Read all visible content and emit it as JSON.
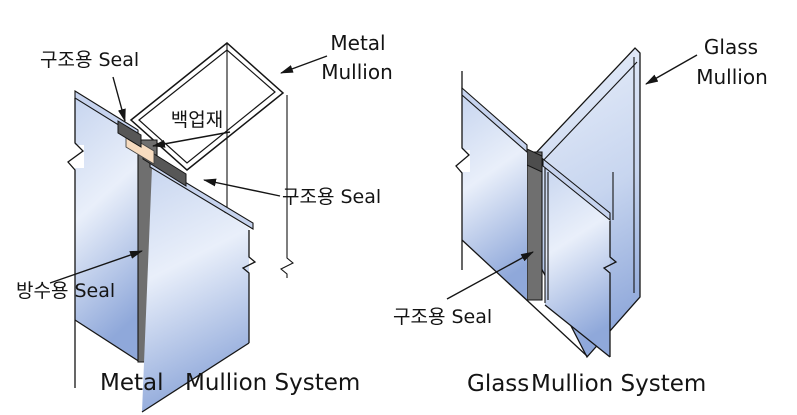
{
  "figure": {
    "type": "curtain-wall mullion joint comparison diagram",
    "left_diagram": {
      "caption_highlight": "Metal",
      "caption_rest": "Mullion System",
      "label_structural_seal_top": "구조용 Seal",
      "label_metal_mullion_line1": "Metal",
      "label_metal_mullion_line2": "Mullion",
      "label_backup_rod": "백업재",
      "label_structural_seal_right": "구조용 Seal",
      "label_waterproof_seal": "방수용 Seal"
    },
    "right_diagram": {
      "caption_highlight": "Glass",
      "caption_rest": "Mullion System",
      "label_glass_mullion_line1": "Glass",
      "label_glass_mullion_line2": "Mullion",
      "label_structural_seal": "구조용 Seal"
    }
  },
  "colors": {
    "caption_accent": "#fb1f1f",
    "text": "#141414",
    "line": "#151515",
    "glass_grad_top": "#c7d5ef",
    "glass_grad_mid": "#e9effa",
    "glass_grad_bottom": "#8fa8da",
    "glass_edge": "#c6d3ee",
    "seal": "#575757",
    "seal_strip": "#6f6f6f",
    "seal_block": "#4d4d4d",
    "backup": "#f7dcc0",
    "mullion_fill": "#ffffff"
  }
}
